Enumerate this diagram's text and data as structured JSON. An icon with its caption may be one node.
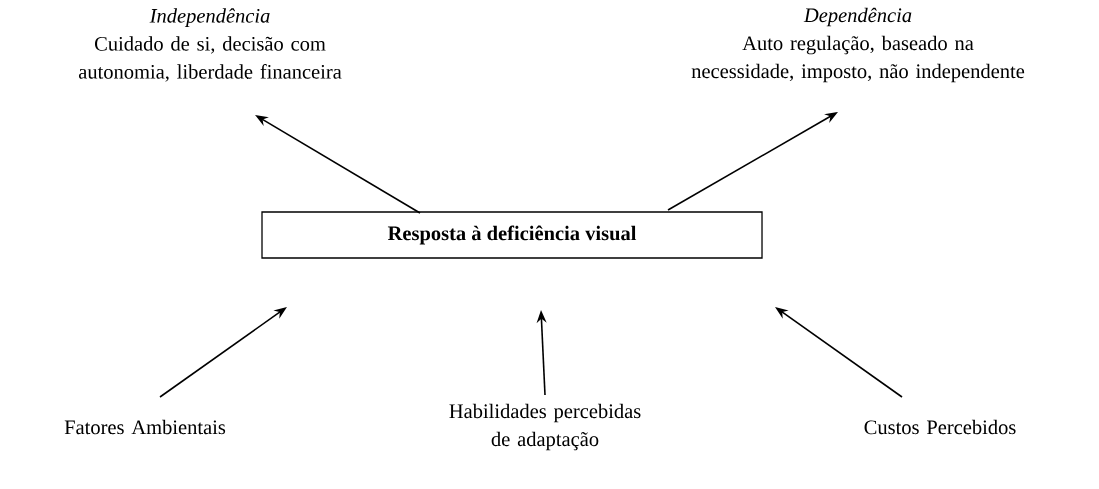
{
  "diagram": {
    "nodes": [
      {
        "text": [
          "Independência",
          "Cuidado de si, decisão com autonomia, liberdade financeira"
        ]
      },
      {
        "text": [
          "Dependência",
          "Auto regulação, baseado na necessidade, imposto, não independente"
        ]
      },
      {
        "text": [
          "Resposta à deficiência visual"
        ]
      },
      {
        "text": [
          "Fatores Ambientais"
        ]
      },
      {
        "text": [
          "Habilidades percebidas de adaptação"
        ]
      },
      {
        "text": [
          "Custos Percebidos"
        ]
      }
    ],
    "edges": [
      {
        "from": 2,
        "to": 0,
        "arrow": "to"
      },
      {
        "from": 2,
        "to": 1,
        "arrow": "to"
      },
      {
        "from": 3,
        "to": 2,
        "arrow": "to"
      },
      {
        "from": 4,
        "to": 2,
        "arrow": "to"
      },
      {
        "from": 5,
        "to": 2,
        "arrow": "to"
      }
    ]
  }
}
